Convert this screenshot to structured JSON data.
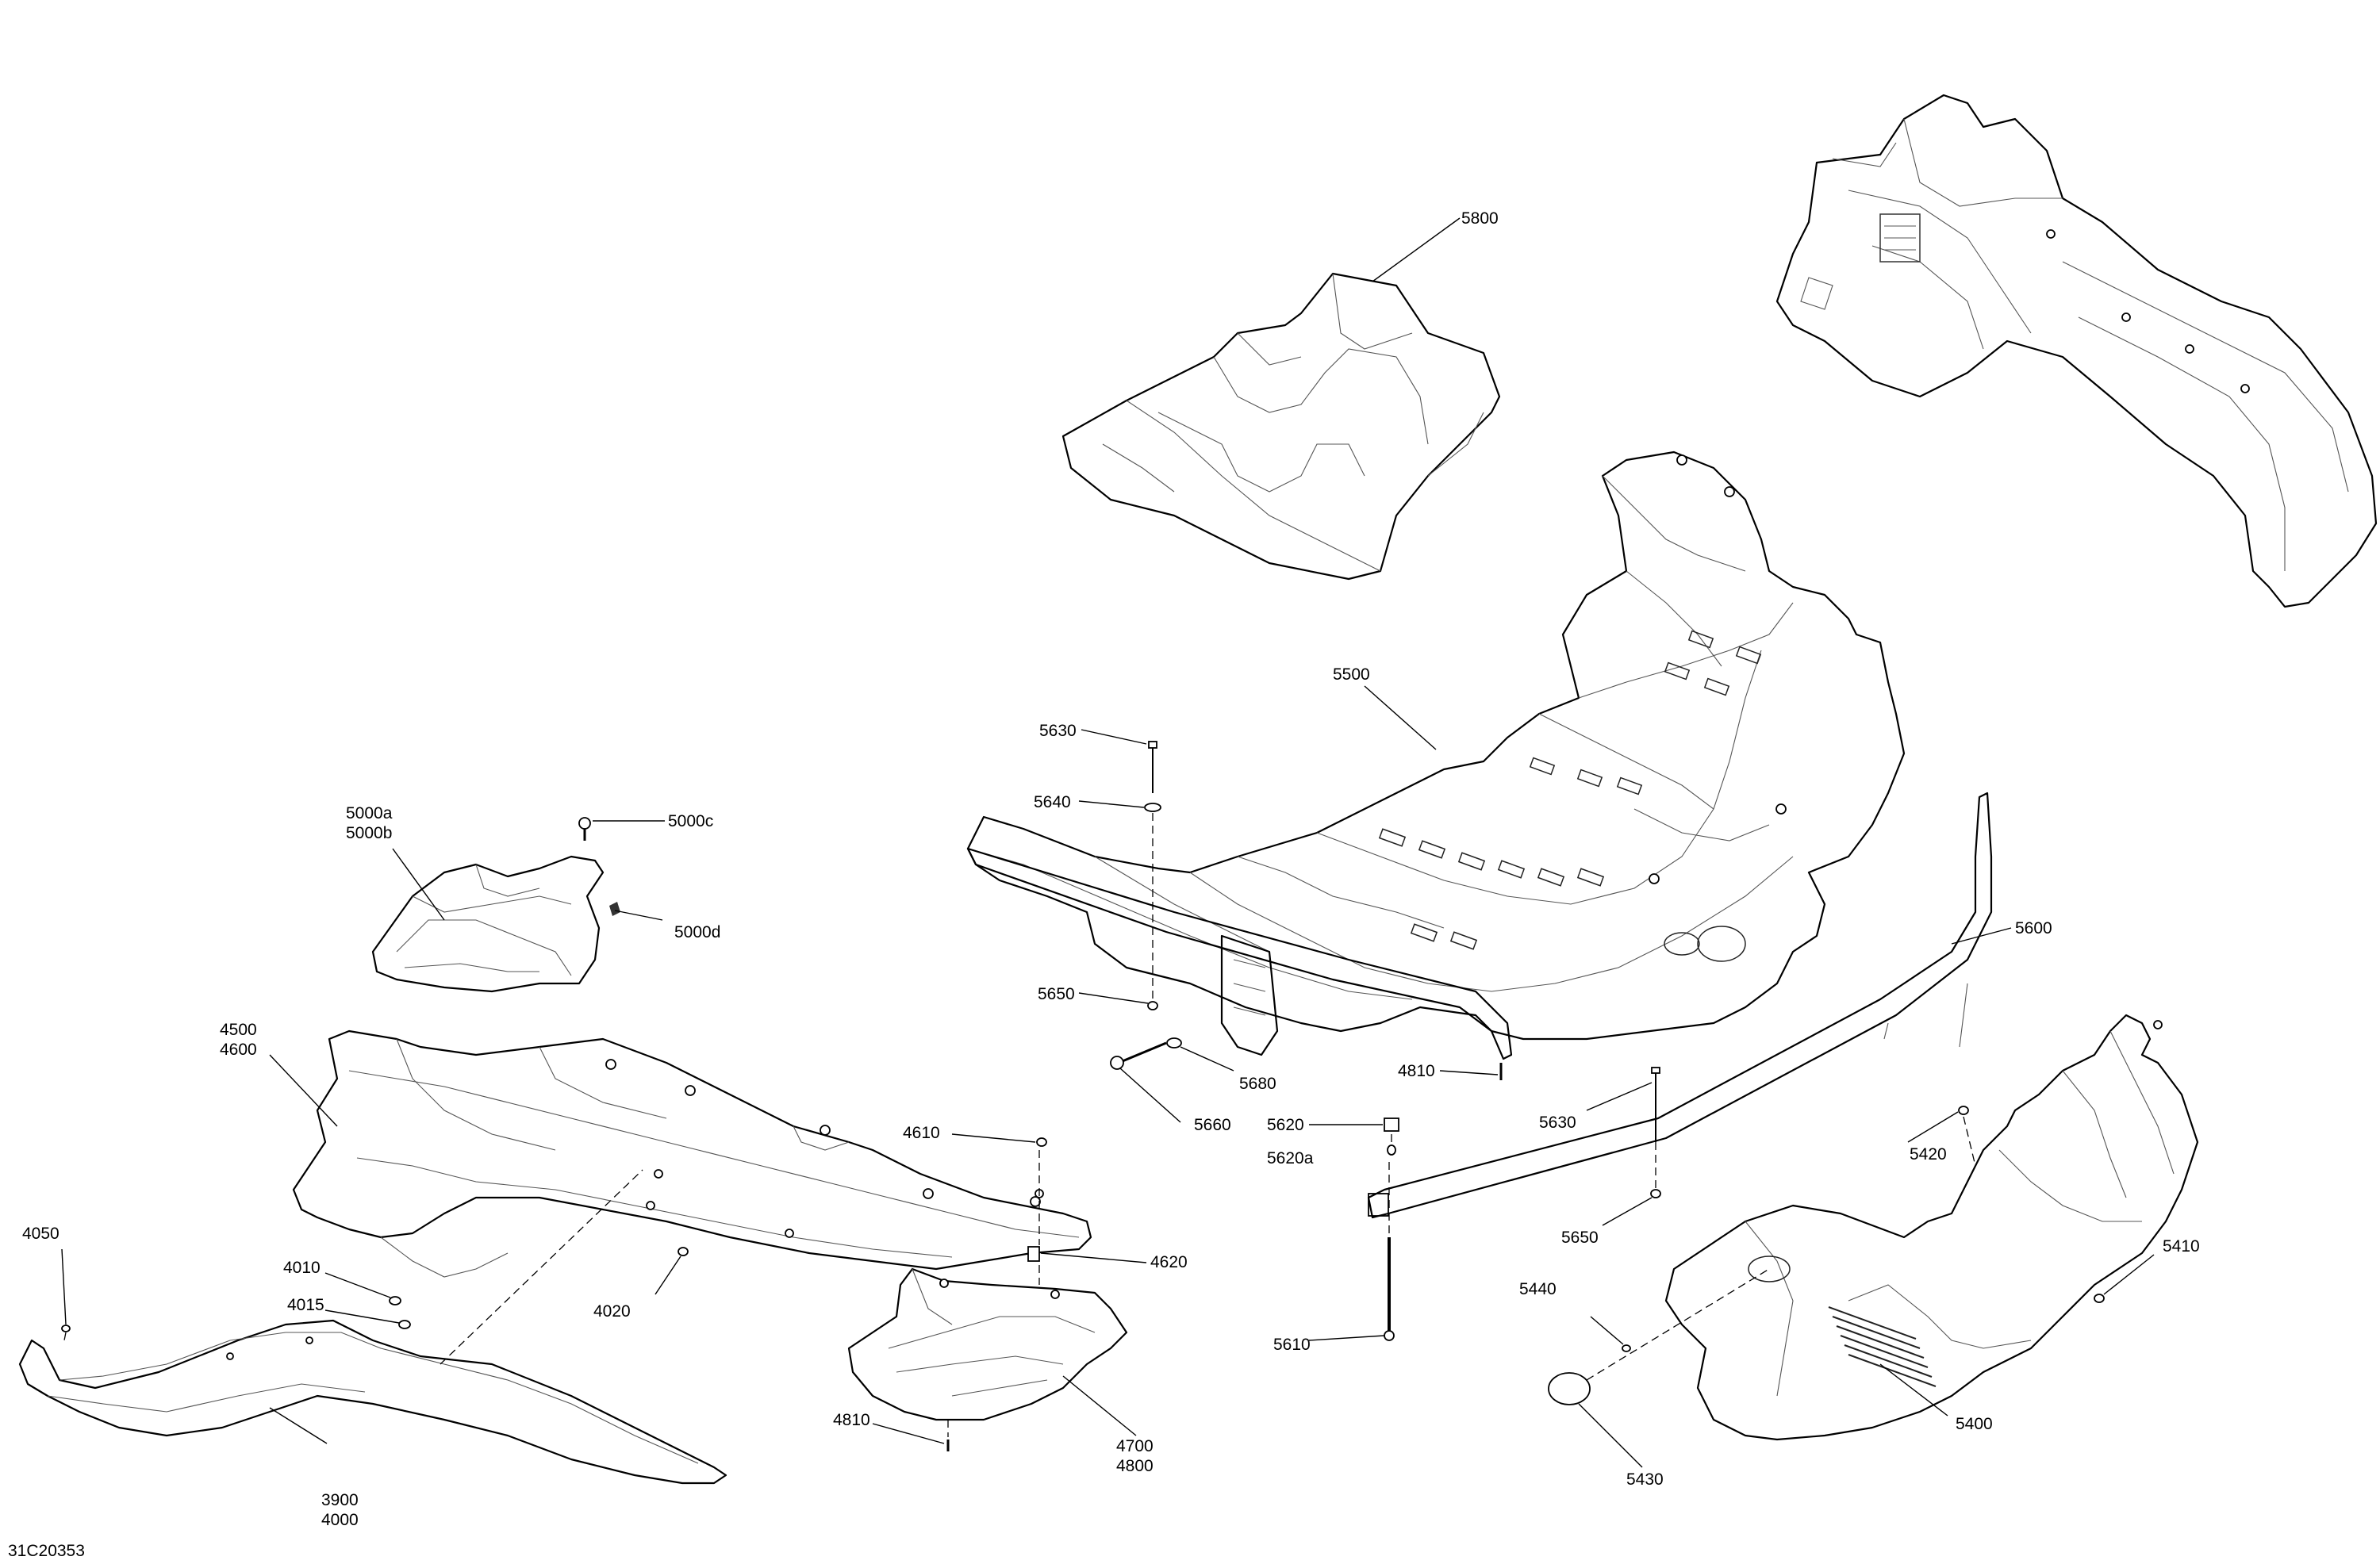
{
  "diagram_id": "31C20353",
  "callouts": {
    "c5800": "5800",
    "c5500": "5500",
    "c5630a": "5630",
    "c5640": "5640",
    "c5650a": "5650",
    "c5660": "5660",
    "c5680": "5680",
    "c5620": "5620",
    "c5620a": "5620a",
    "c4810a": "4810",
    "c5630b": "5630",
    "c5650b": "5650",
    "c5600": "5600",
    "c5610": "5610",
    "c5420": "5420",
    "c5410": "5410",
    "c5440": "5440",
    "c5400": "5400",
    "c5430": "5430",
    "c5000a": "5000a",
    "c5000b": "5000b",
    "c5000c": "5000c",
    "c5000d": "5000d",
    "c4500": "4500",
    "c4600": "4600",
    "c4610": "4610",
    "c4620": "4620",
    "c4050": "4050",
    "c4010": "4010",
    "c4015": "4015",
    "c4020": "4020",
    "c4810b": "4810",
    "c4700": "4700",
    "c4800": "4800",
    "c3900": "3900",
    "c4000": "4000"
  }
}
